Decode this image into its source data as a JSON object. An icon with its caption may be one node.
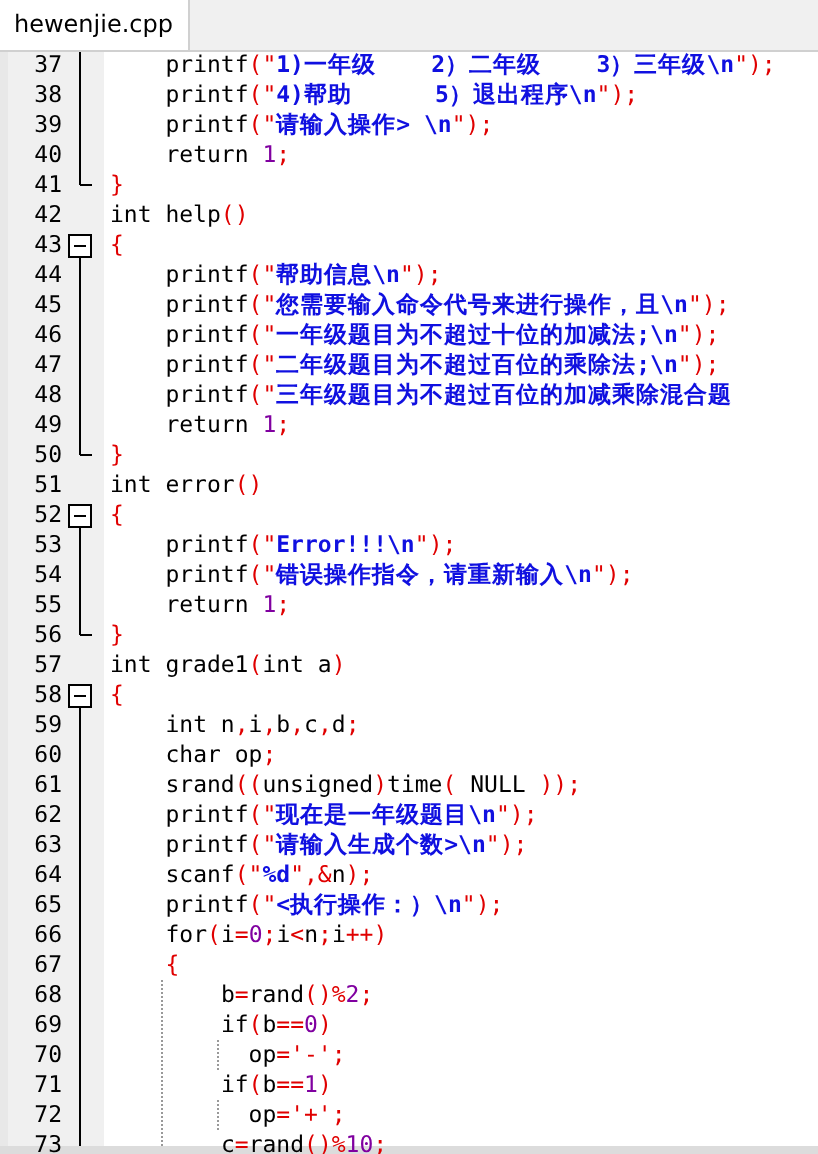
{
  "diagram": {
    "labels": [
      "hewenjie.cpp",
      "37",
      "printf(\"1)一年级    2）二年级    3）三年级\\n\");",
      "38",
      "printf(\"4)帮助      5）退出程序\\n\");",
      "39",
      "printf(\"请输入操作> \\n\");",
      "40",
      "return 1;",
      "41",
      "}",
      "42",
      "int help()",
      "43",
      "{",
      "44",
      "printf(\"帮助信息\\n\");",
      "45",
      "printf(\"您需要输入命令代号来进行操作，且\\n\");",
      "46",
      "printf(\"一年级题目为不超过十位的加减法;\\n\");",
      "47",
      "printf(\"二年级题目为不超过百位的乘除法;\\n\");",
      "48",
      "printf(\"三年级题目为不超过百位的加减乘除混合题",
      "49",
      "return 1;",
      "50",
      "}",
      "51",
      "int error()",
      "52",
      "{",
      "53",
      "printf(\"Error!!!\\n\");",
      "54",
      "printf(\"错误操作指令，请重新输入\\n\");",
      "55",
      "return 1;",
      "56",
      "}",
      "57",
      "int grade1(int a)",
      "58",
      "{",
      "59",
      "int n,i,b,c,d;",
      "60",
      "char op;",
      "61",
      "srand((unsigned)time( NULL ));",
      "62",
      "printf(\"现在是一年级题目\\n\");",
      "63",
      "printf(\"请输入生成个数>\\n\");",
      "64",
      "scanf(\"%d\",&n);",
      "65",
      "printf(\"<执行操作：）\\n\");",
      "66",
      "for(i=0;i<n;i++)",
      "67",
      "{",
      "68",
      "b=rand()%2;",
      "69",
      "if(b==0)",
      "70",
      "op='-';",
      "71",
      "if(b==1)",
      "72",
      "op='+';",
      "73",
      "c=rand()%10;"
    ]
  }
}
